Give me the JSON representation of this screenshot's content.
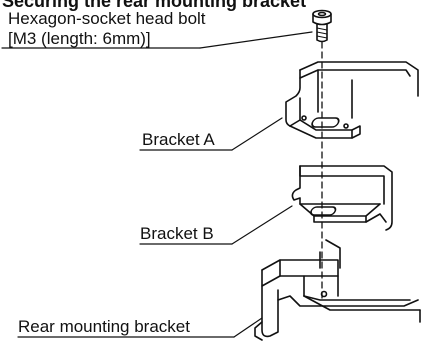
{
  "title": "Securing the rear mounting bracket",
  "labels": {
    "bolt_line1": "Hexagon-socket head bolt",
    "bolt_line2": "[M3 (length: 6mm)]",
    "bracket_a": "Bracket A",
    "bracket_b": "Bracket B",
    "rear_bracket": "Rear mounting bracket"
  },
  "colors": {
    "line": "#111111",
    "background": "#ffffff"
  }
}
